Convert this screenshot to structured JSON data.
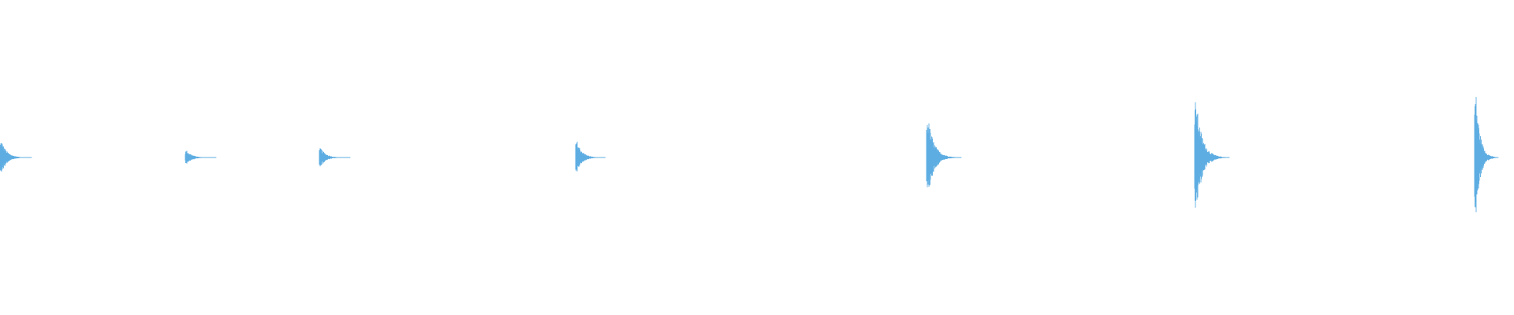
{
  "waveform": {
    "color": "#5dade2",
    "center_line": 0,
    "events": [
      {
        "id": "hit-1",
        "onset_s": 0.0,
        "peak_amplitude": 0.14,
        "decay_ms": 80
      },
      {
        "id": "hit-2",
        "onset_s": 0.47,
        "peak_amplitude": 0.06,
        "decay_ms": 78
      },
      {
        "id": "hit-3",
        "onset_s": 0.81,
        "peak_amplitude": 0.08,
        "decay_ms": 78
      },
      {
        "id": "hit-4",
        "onset_s": 1.46,
        "peak_amplitude": 0.14,
        "decay_ms": 75
      },
      {
        "id": "hit-5",
        "onset_s": 2.35,
        "peak_amplitude": 0.33,
        "decay_ms": 88
      },
      {
        "id": "hit-6",
        "onset_s": 3.03,
        "peak_amplitude": 0.47,
        "decay_ms": 88
      },
      {
        "id": "hit-7",
        "onset_s": 3.74,
        "peak_amplitude": 0.58,
        "decay_ms": 60
      }
    ],
    "duration_s": 3.84
  }
}
